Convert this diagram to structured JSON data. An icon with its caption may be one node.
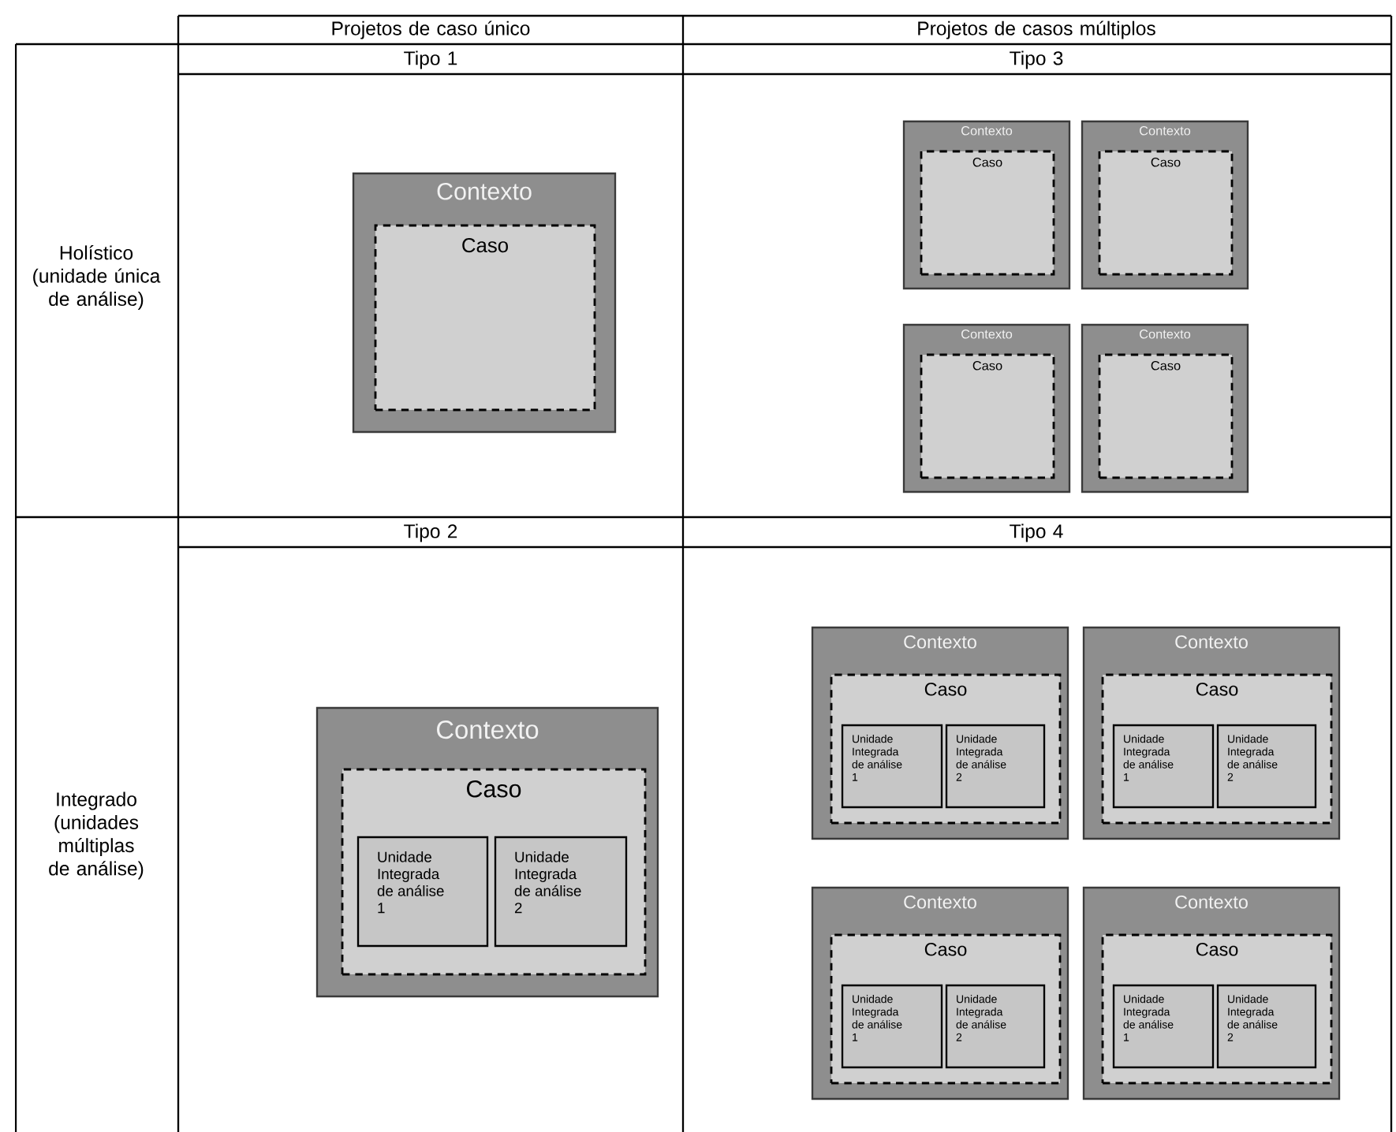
{
  "diagram": {
    "nodes": [
      {
        "text": [
          "Contexto"
        ]
      },
      {
        "text": [
          "Caso"
        ],
        "in": 0
      },
      {
        "text": [
          "Contexto"
        ]
      },
      {
        "text": [
          "Caso"
        ],
        "in": 2
      },
      {
        "text": [
          "Contexto"
        ]
      },
      {
        "text": [
          "Caso"
        ],
        "in": 4
      },
      {
        "text": [
          "Contexto"
        ]
      },
      {
        "text": [
          "Caso"
        ],
        "in": 6
      },
      {
        "text": [
          "Contexto"
        ]
      },
      {
        "text": [
          "Caso"
        ],
        "in": 8
      },
      {
        "text": [
          "Contexto"
        ]
      },
      {
        "text": [
          "Caso"
        ],
        "in": 10
      },
      {
        "text": [
          "Unidade Integrada de análise 1"
        ],
        "in": 11
      },
      {
        "text": [
          "Unidade Integrada de análise 2"
        ],
        "in": 11
      },
      {
        "text": [
          "Contexto"
        ]
      },
      {
        "text": [
          "Caso"
        ],
        "in": 14
      },
      {
        "text": [
          "Unidade Integrada de análise 1"
        ],
        "in": 15
      },
      {
        "text": [
          "Unidade Integrada de análise 2"
        ],
        "in": 15
      },
      {
        "text": [
          "Contexto"
        ]
      },
      {
        "text": [
          "Caso"
        ],
        "in": 18
      },
      {
        "text": [
          "Unidade Integrada de análise 1"
        ],
        "in": 19
      },
      {
        "text": [
          "Unidade Integrada de análise 2"
        ],
        "in": 19
      },
      {
        "text": [
          "Contexto"
        ]
      },
      {
        "text": [
          "Caso"
        ],
        "in": 22
      },
      {
        "text": [
          "Unidade Integrada de análise 1"
        ],
        "in": 23
      },
      {
        "text": [
          "Unidade Integrada de análise 2"
        ],
        "in": 23
      },
      {
        "text": [
          "Contexto"
        ]
      },
      {
        "text": [
          "Caso"
        ],
        "in": 26
      },
      {
        "text": [
          "Unidade Integrada de análise 1"
        ],
        "in": 27
      },
      {
        "text": [
          "Unidade Integrada de análise 2"
        ],
        "in": 27
      }
    ],
    "labels": [
      "Projetos de caso único",
      "Projetos de casos múltiplos",
      "Tipo 1",
      "Tipo 3",
      "Holístico (unidade única de análise)",
      "Tipo 2",
      "Tipo 4",
      "Integrado (unidades múltiplas de análise)"
    ]
  }
}
